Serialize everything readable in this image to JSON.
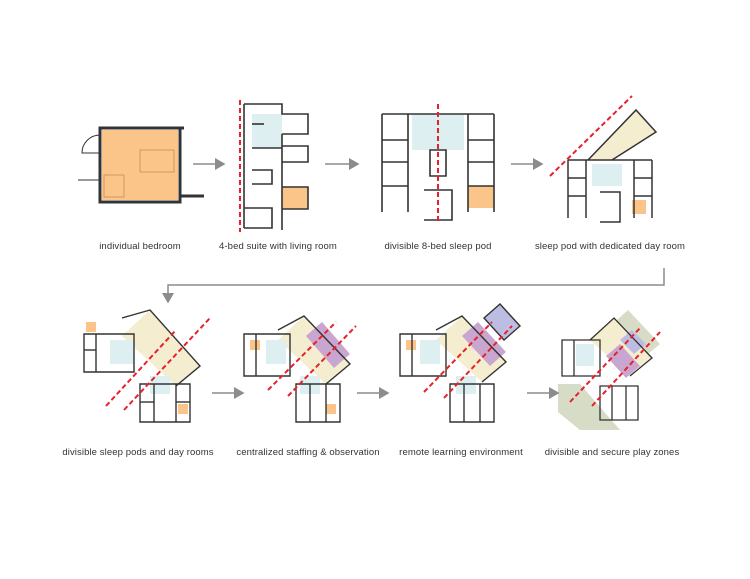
{
  "captions": {
    "c1": "individual bedroom",
    "c2": "4-bed suite with living room",
    "c3": "divisible 8-bed sleep pod",
    "c4": "sleep pod with dedicated day room",
    "c5": "divisible sleep pods and day rooms",
    "c6": "centralized staffing & observation",
    "c7": "remote learning environment",
    "c8": "divisible and secure play zones"
  },
  "colors": {
    "bedroom": "#FBC58A",
    "living": "#DDEFF0",
    "dayroom": "#F5EDCF",
    "staffing": "#C9A6CF",
    "learning": "#BDBDE3",
    "play": "#D6DCC6",
    "divider": "#E8202A",
    "arrow": "#8C8C8C",
    "wall": "#333333"
  }
}
